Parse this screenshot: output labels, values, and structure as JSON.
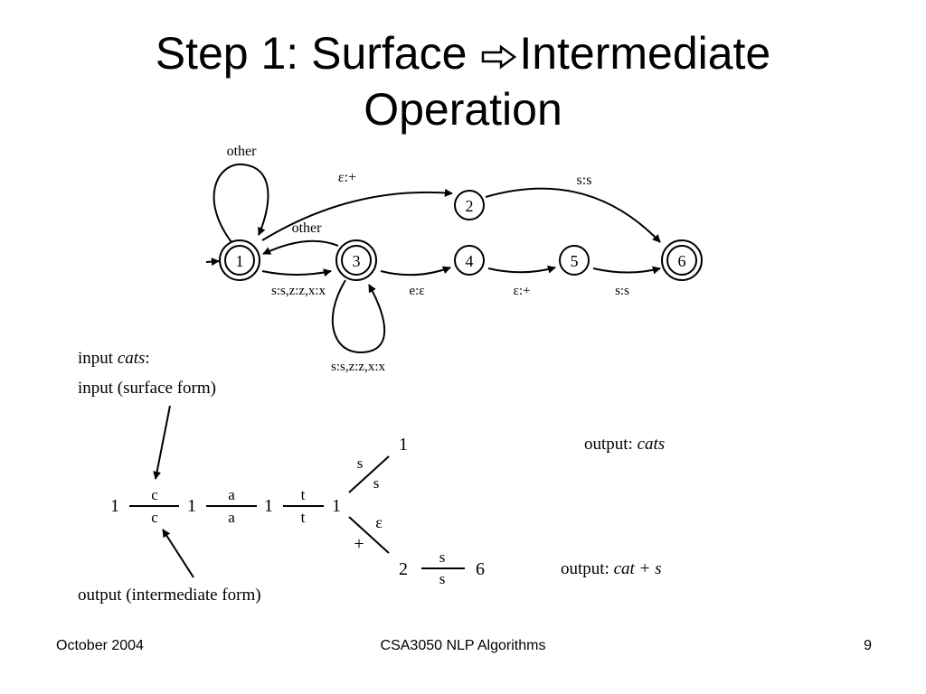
{
  "title": {
    "part1": "Step 1: Surface",
    "part2": "Intermediate",
    "line2": "Operation",
    "arrow_icon": "hollow-right-arrow"
  },
  "fst": {
    "states": [
      "1",
      "2",
      "3",
      "4",
      "5",
      "6"
    ],
    "final_states": [
      "1",
      "3",
      "6"
    ],
    "start_state": "1",
    "labels": {
      "loop_1": "other",
      "edge_1_2": "ε:+",
      "edge_2_6": "s:s",
      "edge_3_1": "other",
      "edge_1_3": "s:s,z:z,x:x",
      "loop_3": "s:s,z:z,x:x",
      "edge_3_4": "e:ε",
      "edge_4_5": "ε:+",
      "edge_5_6": "s:s"
    }
  },
  "trace": {
    "input_label_prefix": "input ",
    "input_word": "cats",
    "input_label_suffix": ":",
    "input_surface_label": "input (surface form)",
    "output_intermediate_label": "output (intermediate form)",
    "states": [
      "1",
      "1",
      "1",
      "1",
      "1",
      "2",
      "6"
    ],
    "pairs": [
      {
        "upper": "c",
        "lower": "c"
      },
      {
        "upper": "a",
        "lower": "a"
      },
      {
        "upper": "t",
        "lower": "t"
      },
      {
        "upper": "s",
        "lower": "s"
      },
      {
        "upper": "ε",
        "lower": "+"
      },
      {
        "upper": "s",
        "lower": "s"
      }
    ],
    "output1_prefix": "output: ",
    "output1_word": "cats",
    "output2_prefix": "output: ",
    "output2_word": "cat + s"
  },
  "footer": {
    "date": "October 2004",
    "course": "CSA3050 NLP Algorithms",
    "page": "9"
  }
}
